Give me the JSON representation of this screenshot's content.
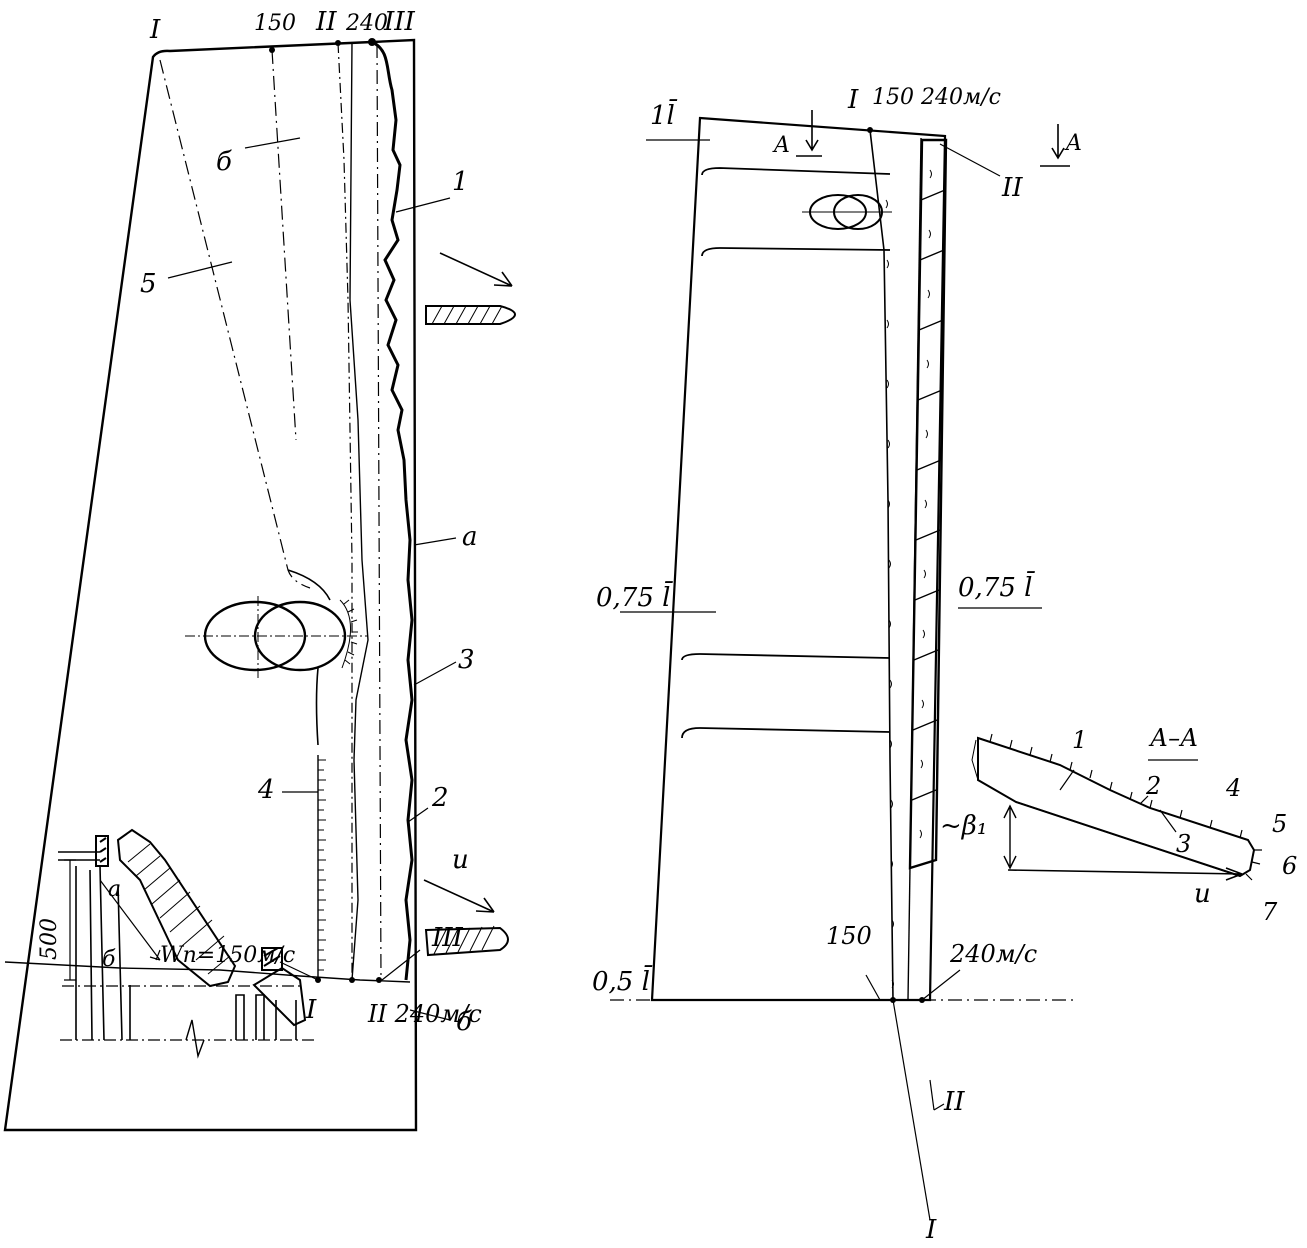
{
  "left_figure": {
    "top_labels": {
      "line_I": "I",
      "speed_150": "150",
      "line_II": "II",
      "speed_240": "240",
      "line_III": "III"
    },
    "zone_labels": {
      "zone_6": "б",
      "zone_5": "5",
      "curve_1": "1",
      "point_a": "а",
      "curve_3": "3",
      "scale_4": "4",
      "curve_2": "2",
      "arrow_u": "u",
      "point_b": "б"
    },
    "inset": {
      "dimension": "500",
      "label_a": "a",
      "label_b": "б"
    },
    "bottom_labels": {
      "speed_note": "Wп=150м/с",
      "line_I": "I",
      "line_II_speed": "II 240м/с",
      "line_III": "III"
    }
  },
  "right_figure": {
    "top_labels": {
      "length_1": "1l̄",
      "section_A_left": "A",
      "line_I": "I",
      "speeds": "150  240м/с",
      "section_A_right": "A",
      "line_II": "II"
    },
    "mid_labels": {
      "length_075_left": "0,75 l̄",
      "length_075_right": "0,75 l̄"
    },
    "bottom_labels": {
      "line_II": "II",
      "speed_150": "150",
      "speed_240": "240м/с",
      "length_05": "0,5 l̄",
      "line_I": "I"
    }
  },
  "section_aa": {
    "title": "А–А",
    "numbers": [
      "1",
      "2",
      "3",
      "4",
      "5",
      "6",
      "7"
    ],
    "angle": "~β₁",
    "vector_u": "u"
  }
}
